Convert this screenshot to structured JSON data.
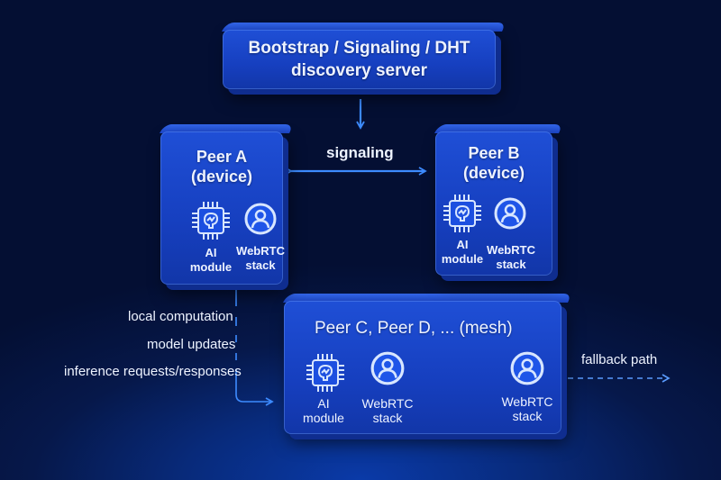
{
  "server": {
    "line1": "Bootstrap / Signaling / DHT",
    "line2": "discovery server"
  },
  "edges": {
    "signaling": "signaling",
    "fallback": "fallback path"
  },
  "peer_a": {
    "line1": "Peer A",
    "line2": "(device)",
    "ai_line1": "AI",
    "ai_line2": "module",
    "rtc_line1": "WebRTC",
    "rtc_line2": "stack"
  },
  "peer_b": {
    "line1": "Peer B",
    "line2": "(device)",
    "ai_line1": "AI",
    "ai_line2": "module",
    "rtc_line1": "WebRTC",
    "rtc_line2": "stack"
  },
  "mesh": {
    "title": "Peer C, Peer D, ... (mesh)",
    "ai_line1": "AI",
    "ai_line2": "module",
    "rtc_line1": "WebRTC",
    "rtc_line2": "stack",
    "rtc2_line1": "WebRTC",
    "rtc2_line2": "stack"
  },
  "flows": [
    "local computation",
    "model updates",
    "inference requests/responses"
  ],
  "icons": {
    "ai_module": "chip-brain-icon",
    "webrtc_stack": "user-circle-icon"
  },
  "colors": {
    "accent_line": "#3d8bff",
    "box_face": "#1a44c8",
    "background": "#06184a"
  }
}
